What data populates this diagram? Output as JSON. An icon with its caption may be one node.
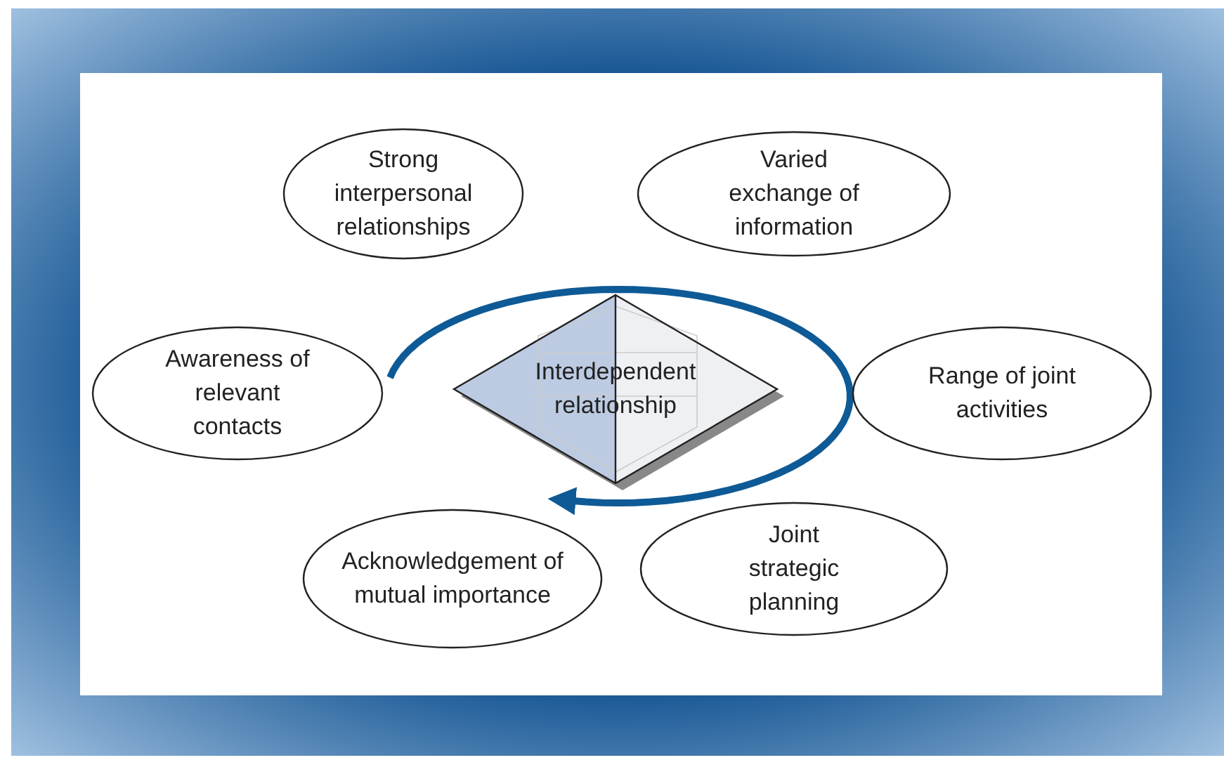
{
  "diagram": {
    "nodes": [
      {
        "text": [
          "Strong interpersonal relationships"
        ]
      },
      {
        "text": [
          "Varied exchange of information"
        ]
      },
      {
        "text": [
          "Awareness of relevant contacts"
        ]
      },
      {
        "text": [
          "Interdependent relationship"
        ]
      },
      {
        "text": [
          "Range of joint activities"
        ]
      },
      {
        "text": [
          "Acknowledgement of mutual importance"
        ]
      },
      {
        "text": [
          "Joint strategic planning"
        ]
      }
    ]
  }
}
